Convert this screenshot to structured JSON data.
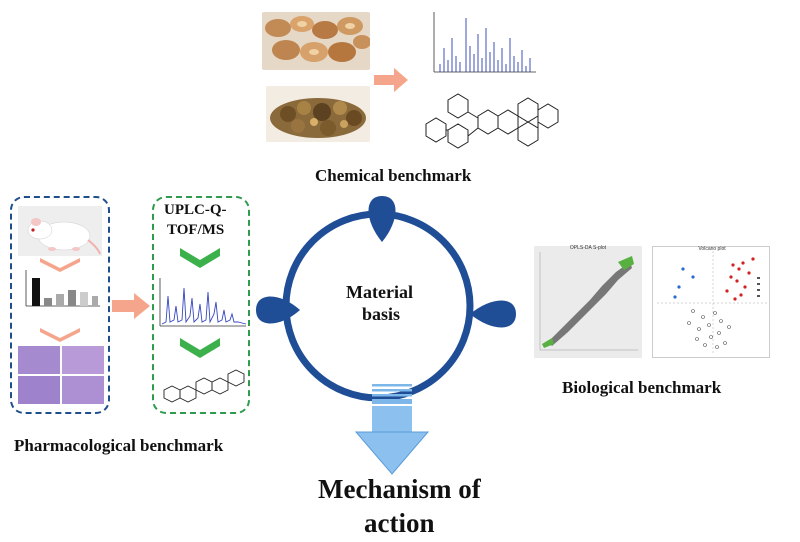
{
  "labels": {
    "chemical": "Chemical benchmark",
    "pharmacological": "Pharmacological benchmark",
    "biological": "Biological benchmark",
    "center_line1": "Material",
    "center_line2": "basis",
    "mechanism_line1": "Mechanism of",
    "mechanism_line2": "action",
    "uplc_line1": "UPLC-Q-",
    "uplc_line2": "TOF/MS",
    "opls_title": "OPLS-DA S-plot",
    "volcano_title": "Volcano plot"
  },
  "colors": {
    "cycle": "#1f4e96",
    "arrow_salmon": "#f5a58b",
    "check_green": "#3cb04a",
    "pharm_border": "#1f4e8c",
    "uplc_border": "#2e9b4e",
    "mechanism_arrow": "#7db6e8"
  }
}
